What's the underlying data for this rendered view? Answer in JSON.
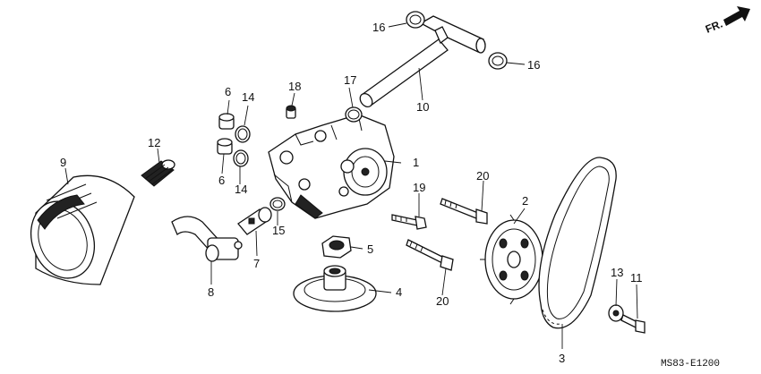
{
  "diagram": {
    "direction_label": "FR.",
    "code": "MS83-E1200",
    "callouts": [
      {
        "id": "c1",
        "text": "1"
      },
      {
        "id": "c2",
        "text": "2"
      },
      {
        "id": "c3",
        "text": "3"
      },
      {
        "id": "c4",
        "text": "4"
      },
      {
        "id": "c5",
        "text": "5"
      },
      {
        "id": "c6a",
        "text": "6"
      },
      {
        "id": "c6b",
        "text": "6"
      },
      {
        "id": "c7",
        "text": "7"
      },
      {
        "id": "c8",
        "text": "8"
      },
      {
        "id": "c9",
        "text": "9"
      },
      {
        "id": "c10",
        "text": "10"
      },
      {
        "id": "c11",
        "text": "11"
      },
      {
        "id": "c12",
        "text": "12"
      },
      {
        "id": "c13",
        "text": "13"
      },
      {
        "id": "c14a",
        "text": "14"
      },
      {
        "id": "c14b",
        "text": "14"
      },
      {
        "id": "c15",
        "text": "15"
      },
      {
        "id": "c16a",
        "text": "16"
      },
      {
        "id": "c16b",
        "text": "16"
      },
      {
        "id": "c17",
        "text": "17"
      },
      {
        "id": "c18",
        "text": "18"
      },
      {
        "id": "c19",
        "text": "19"
      },
      {
        "id": "c20a",
        "text": "20"
      },
      {
        "id": "c20b",
        "text": "20"
      }
    ]
  }
}
